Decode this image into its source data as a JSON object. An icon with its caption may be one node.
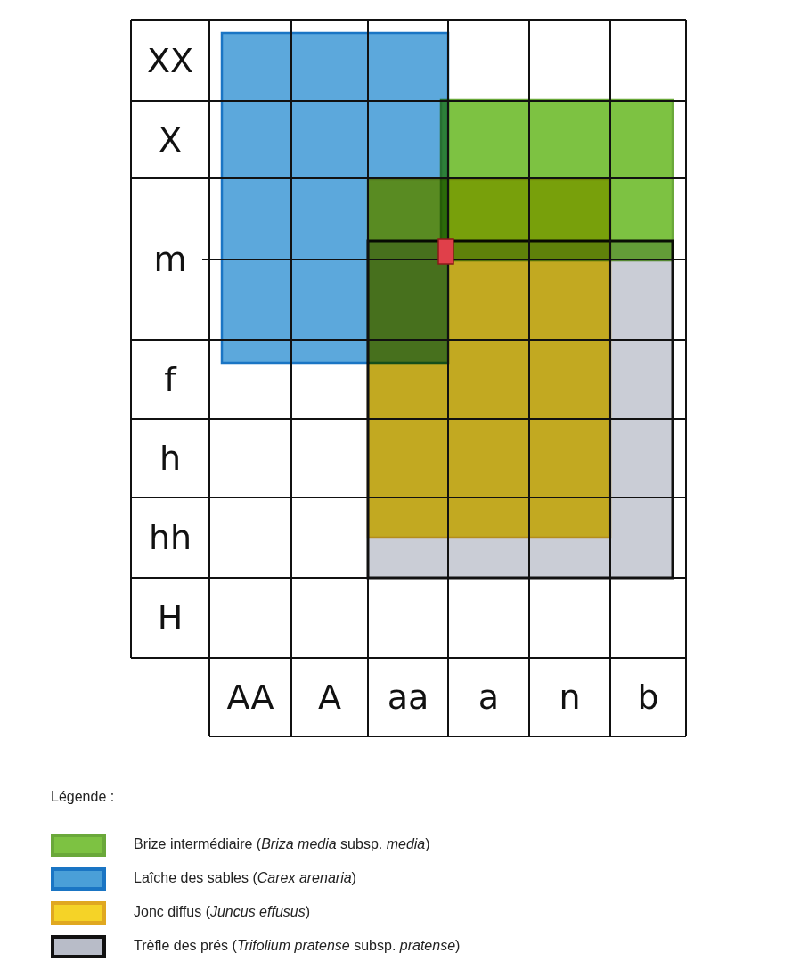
{
  "diagram": {
    "labels": [
      "XX",
      "X",
      "m",
      "f",
      "h",
      "hh",
      "H",
      "AA",
      "A",
      "aa",
      "a",
      "n",
      "b",
      "Légende :"
    ],
    "legend": [
      {
        "text": "Brize intermédiaire (*Briza media* subsp. *media*)",
        "color": "#7dc242"
      },
      {
        "text": "Laîche des sables (*Carex arenaria*)",
        "color": "#4a9fd8"
      },
      {
        "text": "Jonc diffus (*Juncus effusus*)",
        "color": "#f5d327"
      },
      {
        "text": "Trèfle des prés (*Trifolium pratense* subsp. *pratense*)",
        "color": "#b8bcc8"
      }
    ]
  }
}
